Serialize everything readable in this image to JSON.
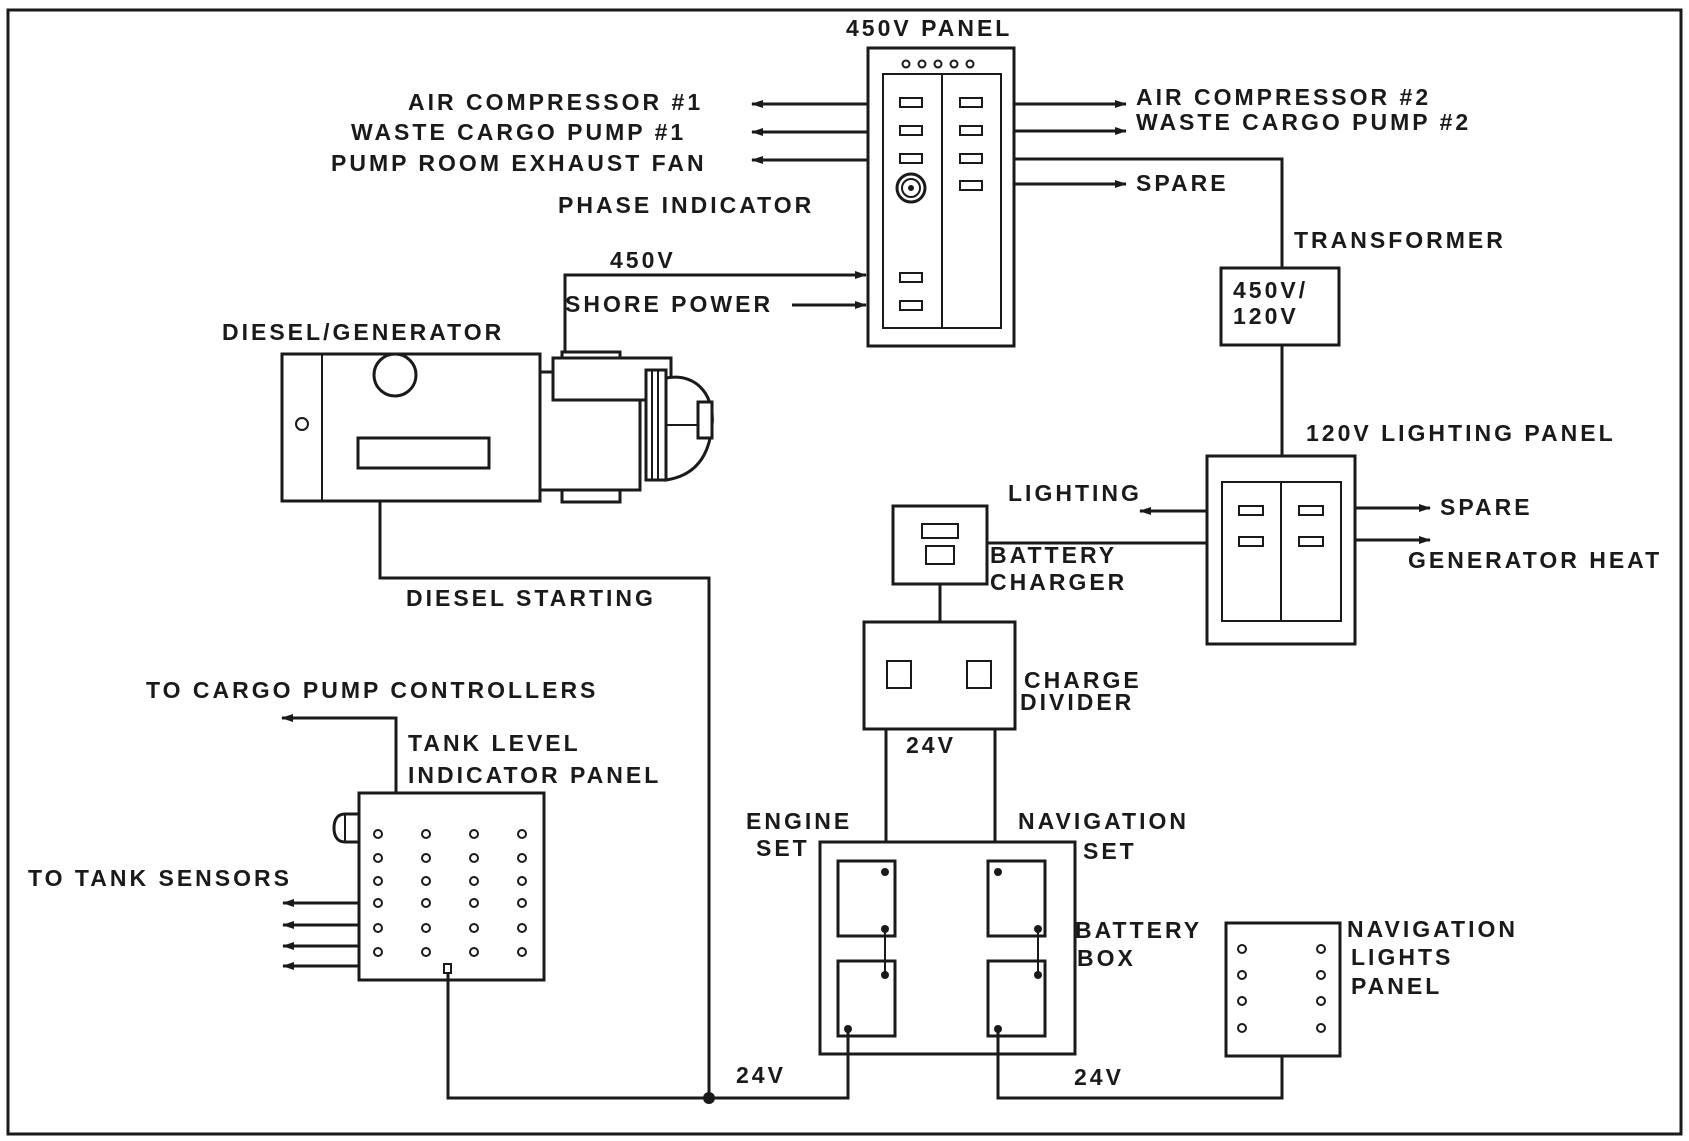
{
  "labels": {
    "panel_450v": "450V PANEL",
    "air_compressor_1": "AIR COMPRESSOR #1",
    "waste_cargo_pump_1": "WASTE CARGO PUMP #1",
    "pump_room_exhaust_fan": "PUMP ROOM EXHAUST FAN",
    "phase_indicator": "PHASE INDICATOR",
    "air_compressor_2": "AIR COMPRESSOR #2",
    "waste_cargo_pump_2": "WASTE CARGO PUMP #2",
    "spare_450": "SPARE",
    "transformer": "TRANSFORMER",
    "transformer_rating_1": "450V/",
    "transformer_rating_2": "120V",
    "v450": "450V",
    "shore_power": "SHORE POWER",
    "diesel_generator": "DIESEL/GENERATOR",
    "lighting_panel_120v": "120V LIGHTING PANEL",
    "lighting": "LIGHTING",
    "spare_120": "SPARE",
    "generator_heat": "GENERATOR HEAT",
    "battery": "BATTERY",
    "charger": "CHARGER",
    "diesel_starting": "DIESEL STARTING",
    "charge": "CHARGE",
    "divider": "DIVIDER",
    "to_cargo_pump_controllers": "TO CARGO PUMP CONTROLLERS",
    "tank_level": "TANK LEVEL",
    "indicator_panel": "INDICATOR PANEL",
    "v24_divider": "24V",
    "engine": "ENGINE",
    "set_engine": "SET",
    "navigation": "NAVIGATION",
    "set_navigation": "SET",
    "to_tank_sensors": "TO TANK SENSORS",
    "battery_box_1": "BATTERY",
    "battery_box_2": "BOX",
    "navigation_lights_1": "NAVIGATION",
    "navigation_lights_2": "LIGHTS",
    "navigation_lights_3": "PANEL",
    "v24_bottom_left": "24V",
    "v24_bottom_right": "24V"
  }
}
